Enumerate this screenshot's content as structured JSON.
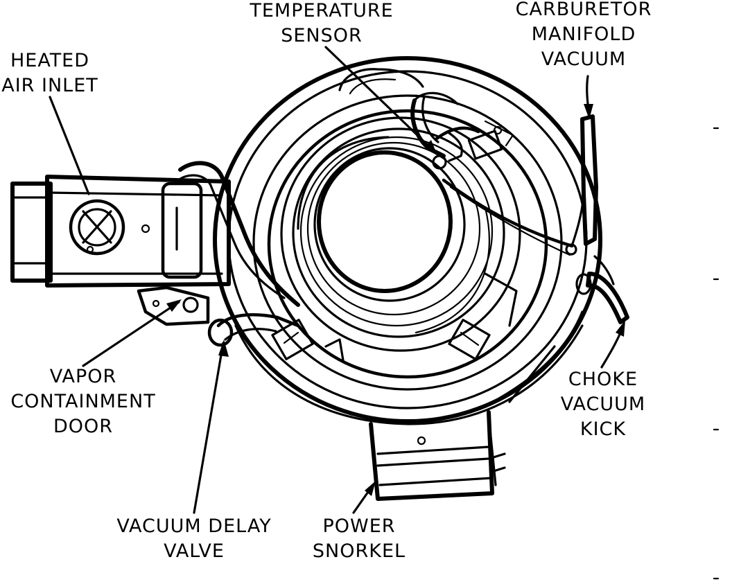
{
  "labels": {
    "temperature_sensor": [
      "TEMPERATURE",
      "SENSOR"
    ],
    "carburetor_manifold_vacuum": [
      "CARBURETOR",
      "MANIFOLD",
      "VACUUM"
    ],
    "heated_air_inlet": [
      "HEATED",
      "AIR INLET"
    ],
    "vapor_containment_door": [
      "VAPOR",
      "CONTAINMENT",
      "DOOR"
    ],
    "choke_vacuum_kick": [
      "CHOKE",
      "VACUUM",
      "KICK"
    ],
    "vacuum_delay_valve": [
      "VACUUM DELAY",
      "VALVE"
    ],
    "power_snorkel": [
      "POWER",
      "SNORKEL"
    ]
  },
  "colors": {
    "ink": "#000000",
    "paper": "#ffffff"
  }
}
